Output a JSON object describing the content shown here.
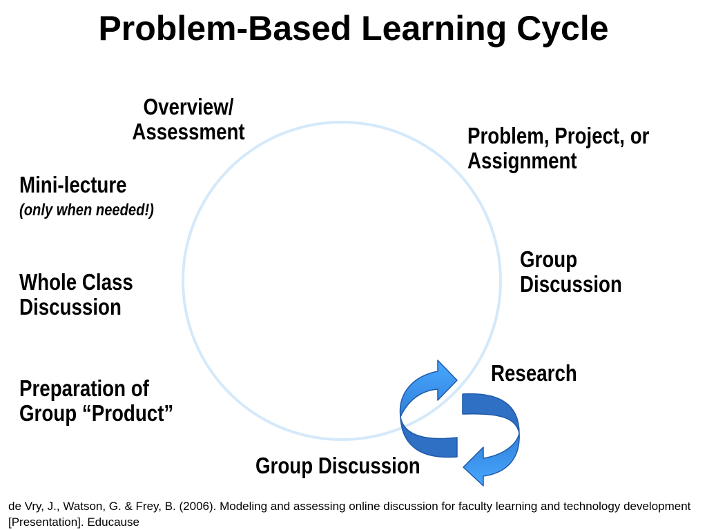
{
  "title": "Problem-Based Learning Cycle",
  "nodes": {
    "overview": [
      "Overview/",
      "Assessment"
    ],
    "problem": [
      "Problem, Project, or",
      "Assignment"
    ],
    "mini_lecture": "Mini-lecture",
    "mini_lecture_note": "(only when needed!)",
    "group_discussion_right": [
      "Group",
      "Discussion"
    ],
    "whole_class": [
      "Whole Class",
      "Discussion"
    ],
    "research": "Research",
    "preparation": [
      "Preparation of",
      "Group “Product”"
    ],
    "group_discussion_bottom": "Group Discussion"
  },
  "citation": "de Vry, J., Watson, G. & Frey, B. (2006). Modeling and assessing online discussion for faculty learning and technology development [Presentation]. Educause",
  "colors": {
    "cycle_ring": "#d4e9fa",
    "arrow_fill": "#3399ff",
    "arrow_shade": "#2f6fc4",
    "arrow_stroke": "#1f5aa8"
  }
}
